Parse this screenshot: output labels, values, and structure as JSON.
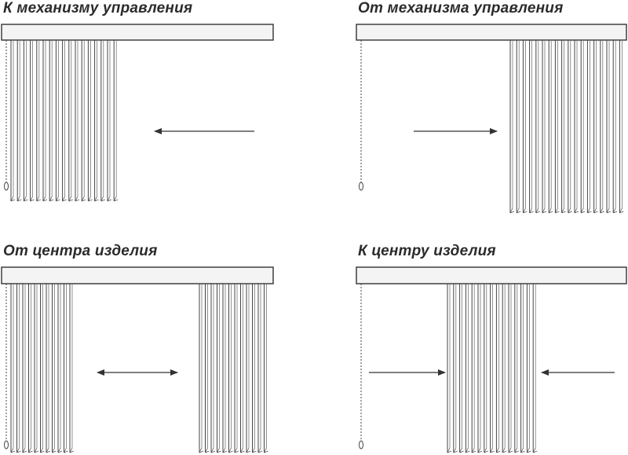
{
  "panels": [
    {
      "id": "to-mechanism",
      "title": "К механизму управления",
      "arrows": [
        "left"
      ],
      "slat_groups": 1
    },
    {
      "id": "from-mechanism",
      "title": "От механизма управления",
      "arrows": [
        "right"
      ],
      "slat_groups": 1
    },
    {
      "id": "from-center",
      "title": "От центра изделия",
      "arrows": [
        "both"
      ],
      "slat_groups": 2
    },
    {
      "id": "to-center",
      "title": "К центру изделия",
      "arrows": [
        "right",
        "left"
      ],
      "slat_groups": 1
    }
  ],
  "colors": {
    "line": "#333333",
    "slat": "#555555",
    "rail_fill": "#f4f4f4"
  }
}
